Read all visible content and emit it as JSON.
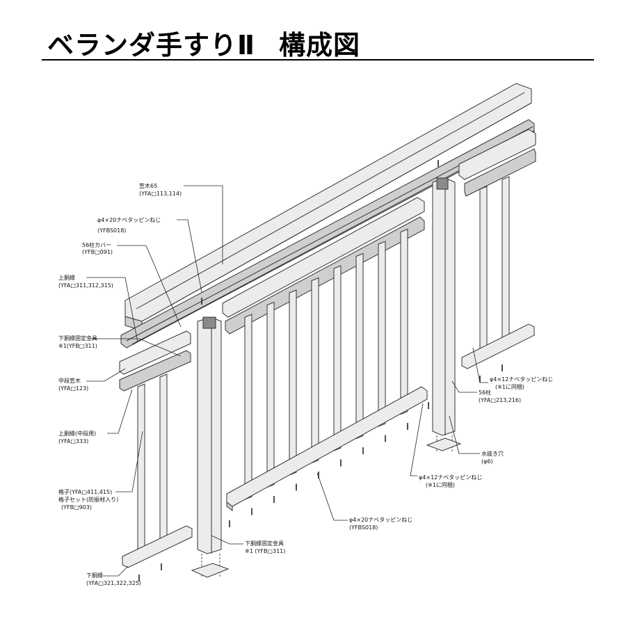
{
  "title": {
    "main": "ベランダ手すりⅡ",
    "sub": "構成図"
  },
  "labels": {
    "kasagi65": {
      "name": "笠木65",
      "code": "(YFA□113,114)"
    },
    "screw_4x20_top": {
      "name": "φ4×20ナベタッピンねじ",
      "code": "(YFBS018)"
    },
    "post_cover": {
      "name": "56柱カバー",
      "code": "(YFB□091)"
    },
    "upper_rail": {
      "name": "上胴縁",
      "code": "(YFA□311,312,315)"
    },
    "lower_rail_bracket_top": {
      "name": "下胴縁固定金具",
      "code": "※1(YFB□311)"
    },
    "middle_kasagi": {
      "name": "中段笠木",
      "code": "(YFA□123)"
    },
    "upper_rail_middle": {
      "name": "上胴縁(中段用)",
      "code": "(YFA□333)"
    },
    "lattice": {
      "name": "格子(YFA□411,415)",
      "name2": "格子セット(防振材入り)",
      "code": "(YFB□903)"
    },
    "lower_rail": {
      "name": "下胴縁",
      "code": "(YFA□321,322,325)"
    },
    "lower_rail_bracket_bottom": {
      "name": "下胴縁固定金具",
      "code": "※1 (YFB□311)"
    },
    "screw_4x20_bottom": {
      "name": "φ4×20ナベタッピンねじ",
      "code": "(YFBS018)"
    },
    "screw_4x12_lower": {
      "name": "φ4×12ナベタッピンねじ",
      "code": "(※1に同梱)"
    },
    "drain_hole": {
      "name": "水抜き穴",
      "code": "(φ6)"
    },
    "post56": {
      "name": "56柱",
      "code": "(YFA□213,216)"
    },
    "screw_4x12_upper": {
      "name": "φ4×12ナベタッピンねじ",
      "code": "(※1に同梱)"
    }
  },
  "colors": {
    "line": "#222222",
    "part_fill": "#ececec",
    "part_shade": "#cfcfcf",
    "title": "#000000"
  }
}
